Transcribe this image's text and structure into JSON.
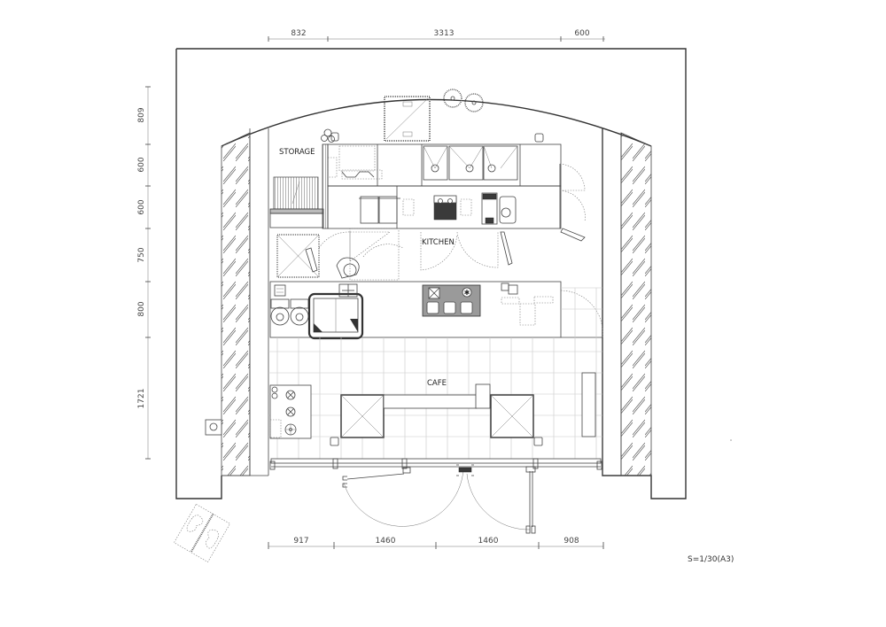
{
  "drawing": {
    "type": "architectural floor plan",
    "scale_label": "S=1/30(A3)"
  },
  "rooms": [
    {
      "id": "storage",
      "label": "STORAGE"
    },
    {
      "id": "kitchen",
      "label": "KITCHEN"
    },
    {
      "id": "cafe",
      "label": "CAFE"
    }
  ],
  "dimensions": {
    "top": [
      {
        "value": "832"
      },
      {
        "value": "3313"
      },
      {
        "value": "600"
      }
    ],
    "left": [
      {
        "value": "809"
      },
      {
        "value": "600"
      },
      {
        "value": "600"
      },
      {
        "value": "750"
      },
      {
        "value": "800"
      },
      {
        "value": "1721"
      }
    ],
    "bottom": [
      {
        "value": "917"
      },
      {
        "value": "1460"
      },
      {
        "value": "1460"
      },
      {
        "value": "908"
      }
    ]
  },
  "colors": {
    "line": "#444444",
    "tile_grid": "#c8c8c8",
    "hatch": "#555555",
    "background": "#ffffff"
  }
}
